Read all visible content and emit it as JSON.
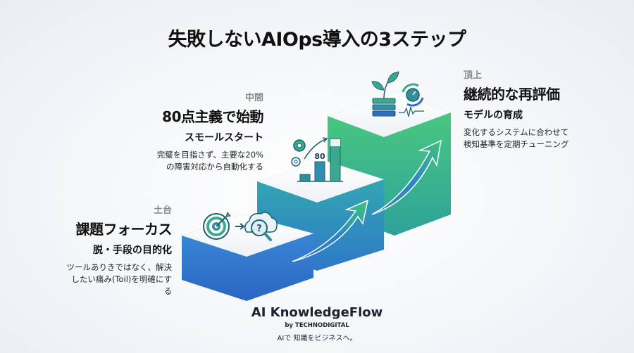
{
  "title": "失敗しないAIOps導入の3ステップ",
  "steps": [
    {
      "stage": "土台",
      "heading": "課題フォーカス",
      "subheading": "脱・手段の目的化",
      "description": [
        "ツールありきではなく、解決",
        "したい痛み(Toil)を明確にする"
      ],
      "icons": [
        "target-icon",
        "arrow-right-icon",
        "cloud-search-question-icon"
      ]
    },
    {
      "stage": "中間",
      "heading": "80点主義で始動",
      "subheading": "スモールスタート",
      "description": [
        "完璧を目指さず、主要な20%",
        "の障害対応から自動化する"
      ],
      "icons": [
        "gears-icon",
        "bar-chart-icon"
      ],
      "chart_label": "80"
    },
    {
      "stage": "頂上",
      "heading": "継続的な再評価",
      "subheading": "モデルの育成",
      "description": [
        "変化するシステムに合わせて",
        "検知基準を定期チューニング"
      ],
      "icons": [
        "plant-server-icon",
        "dial-refresh-icon",
        "waveform-icon"
      ]
    }
  ],
  "footer": {
    "brand": "AI KnowledgeFlow",
    "byline": "by TECHNODIGITAL",
    "tagline": "AIで 知識をビジネスへ。"
  },
  "colors": {
    "step_blue": "#2f7fd0",
    "step_teal": "#2fa6b4",
    "step_green": "#3fc27a",
    "icon_dark": "#1f5f6e"
  }
}
